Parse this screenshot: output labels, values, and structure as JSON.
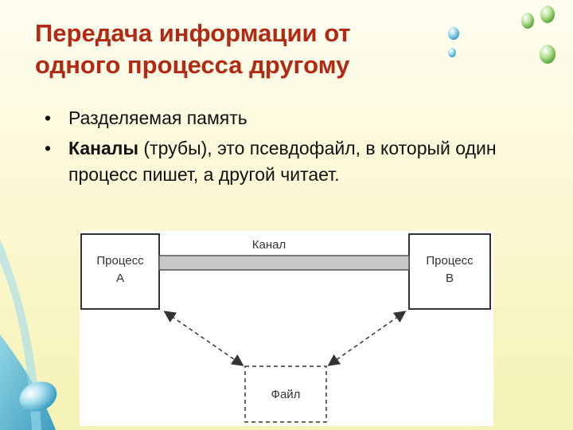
{
  "slide": {
    "title_line1": "Передача информации от",
    "title_line2": "одного процесса другому",
    "bullets": [
      {
        "bold": "",
        "text": "Разделяемая память"
      },
      {
        "bold": "Каналы",
        "text": " (трубы), это псевдофайл, в который один процесс пишет, а другой читает."
      }
    ]
  },
  "diagram": {
    "channel_label": "Канал",
    "process_a": {
      "line1": "Процесс",
      "line2": "А"
    },
    "process_b": {
      "line1": "Процесс",
      "line2": "В"
    },
    "file_label": "Файл"
  },
  "colors": {
    "title": "#b22a14",
    "background": "#fbf7cf",
    "channel_bar": "#c8c8c8"
  },
  "decorations": [
    "water-drops-top-right",
    "water-drop-bottom-left",
    "blue-swoosh-left"
  ]
}
